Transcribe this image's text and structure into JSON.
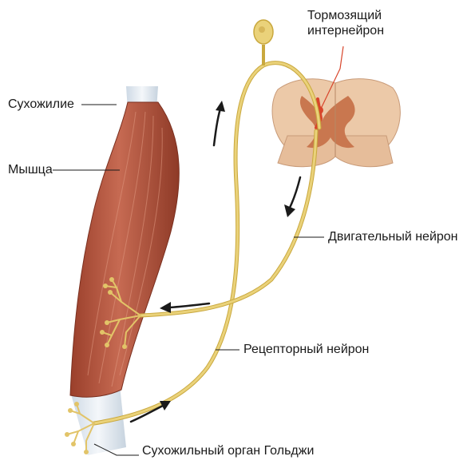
{
  "labels": {
    "inhibitory_interneuron_line1": "Тормозящий",
    "inhibitory_interneuron_line2": "интернейрон",
    "tendon": "Сухожилие",
    "muscle": "Мышца",
    "motor_neuron": "Двигательный нейрон",
    "sensory_neuron": "Рецепторный нейрон",
    "golgi_tendon_organ": "Сухожильный орган Гольджи"
  },
  "colors": {
    "nerve": "#ead27a",
    "nerve_outline": "#c9a83e",
    "muscle": "#b5553e",
    "muscle_dark": "#8e3a27",
    "tendon": "#dde6ef",
    "spinal_white": "#ecc9a8",
    "spinal_gray": "#c9774f",
    "interneuron": "#d8452b",
    "arrow": "#1a1a1a"
  }
}
